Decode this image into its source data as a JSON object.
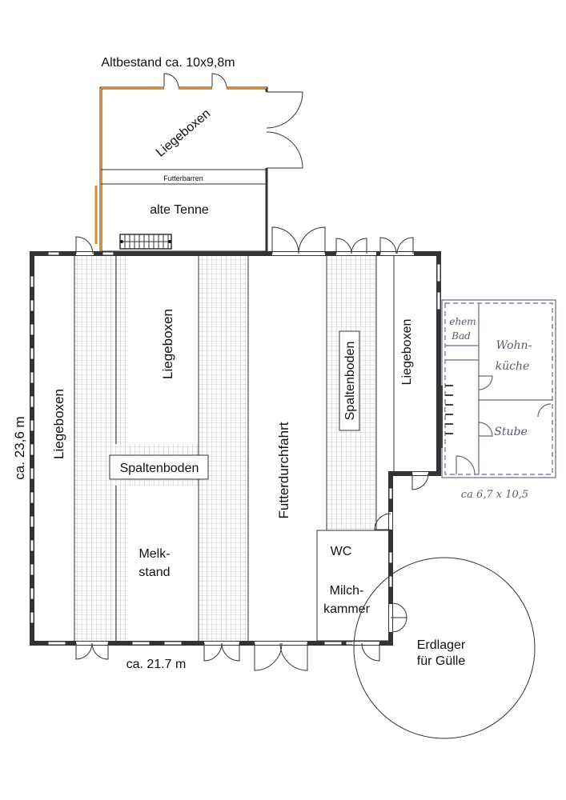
{
  "plan": {
    "old_building": {
      "title": "Altbestand ca. 10x9,8m",
      "room_top": "Liegeboxen",
      "feed_bar": "Futterbarren",
      "room_bottom": "alte Tenne"
    },
    "main_barn": {
      "left_dimension": "ca. 23,6 m",
      "bottom_dimension": "ca. 21.7 m",
      "left_stalls": "Liegeboxen",
      "center_stalls": "Liegeboxen",
      "slatted_floor_center": "Spaltenboden",
      "milking_line1": "Melk-",
      "milking_line2": "stand",
      "feed_aisle": "Futterdurchfahrt",
      "slatted_floor_right": "Spaltenboden",
      "right_stalls": "Liegeboxen",
      "wc": "WC",
      "milk_room_line1": "Milch-",
      "milk_room_line2": "kammer"
    },
    "slurry_store": {
      "line1": "Erdlager",
      "line2": "für Gülle"
    },
    "house": {
      "bath_line1": "ehem",
      "bath_line2": "Bad",
      "kitchen_line1": "Wohn-",
      "kitchen_line2": "küche",
      "parlour": "Stube",
      "dimension": "ca 6,7 x 10,5"
    },
    "colors": {
      "wall": "#333333",
      "old_wall_accent": "#e08a2c",
      "grid": "#9a9a9a",
      "window": "#ffffff"
    }
  }
}
